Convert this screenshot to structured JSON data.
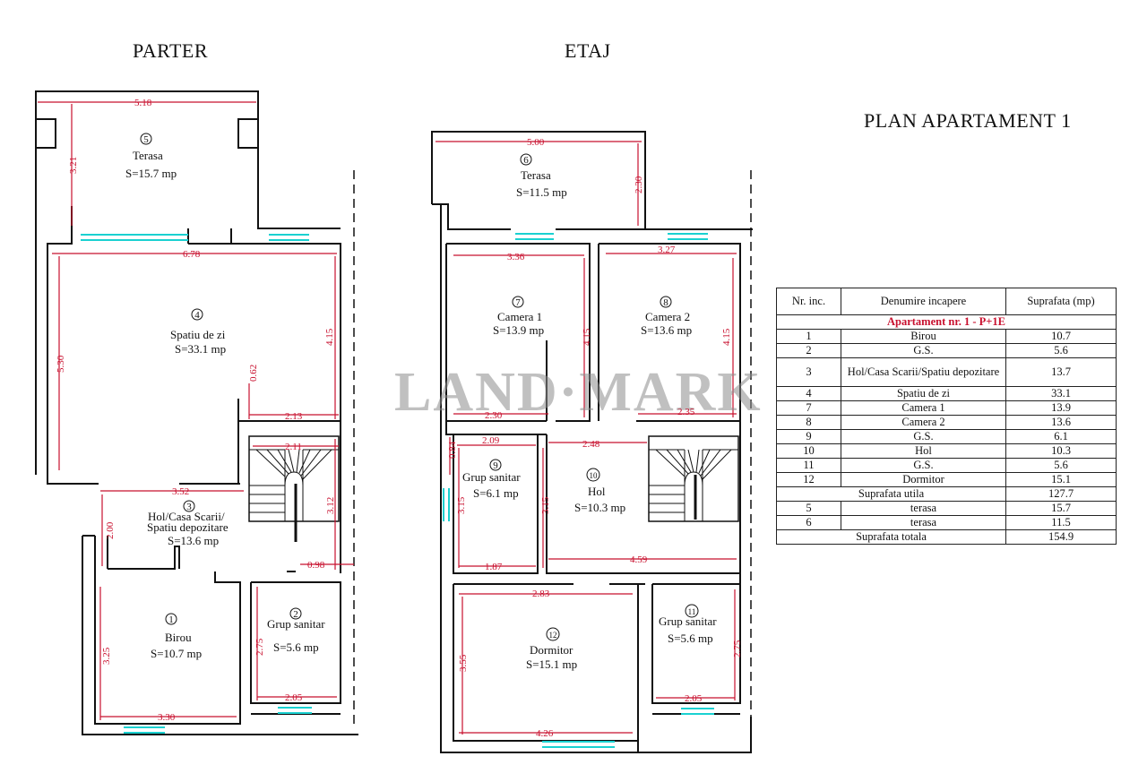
{
  "headings": {
    "parter": "PARTER",
    "etaj": "ETAJ",
    "plan_title": "PLAN APARTAMENT 1"
  },
  "watermark": "LAND·MARK",
  "colors": {
    "walls": "#111111",
    "dimensions": "#c8102e",
    "windows": "#1ad1d1",
    "watermark": "#8e8e8e"
  },
  "rooms": {
    "terasa_p": {
      "num": "5",
      "name": "Terasa",
      "area": "S=15.7 mp"
    },
    "spatiu": {
      "num": "4",
      "name": "Spatiu de zi",
      "area": "S=33.1 mp"
    },
    "hol_p": {
      "num": "3",
      "name1": "Hol/Casa Scarii/",
      "name2": "Spatiu depozitare",
      "area": "S=13.6 mp"
    },
    "birou": {
      "num": "1",
      "name": "Birou",
      "area": "S=10.7 mp"
    },
    "gs_p": {
      "num": "2",
      "name": "Grup sanitar",
      "area": "S=5.6 mp"
    },
    "terasa_e": {
      "num": "6",
      "name": "Terasa",
      "area": "S=11.5 mp"
    },
    "camera1": {
      "num": "7",
      "name": "Camera 1",
      "area": "S=13.9 mp"
    },
    "camera2": {
      "num": "8",
      "name": "Camera 2",
      "area": "S=13.6 mp"
    },
    "gs9": {
      "num": "9",
      "name": "Grup sanitar",
      "area": "S=6.1 mp"
    },
    "hol_e": {
      "num": "10",
      "name": "Hol",
      "area": "S=10.3 mp"
    },
    "dormitor": {
      "num": "12",
      "name": "Dormitor",
      "area": "S=15.1 mp"
    },
    "gs11": {
      "num": "11",
      "name": "Grup sanitar",
      "area": "S=5.6 mp"
    }
  },
  "dims": {
    "p_518": "5.18",
    "p_321": "3.21",
    "p_678": "6.78",
    "p_530": "5.30",
    "p_415": "4.15",
    "p_062": "0.62",
    "p_213": "2.13",
    "p_211": "2.11",
    "p_352": "3.52",
    "p_200": "2.00",
    "p_312": "3.12",
    "p_098": "0.98",
    "p_325": "3.25",
    "p_330": "3.30",
    "p_275": "2.75",
    "p_205": "2.05",
    "e_500": "5.00",
    "e_230": "2.30",
    "e_336": "3.36",
    "e_327": "3.27",
    "e_415a": "4.15",
    "e_415b": "4.15",
    "e_230b": "2.30",
    "e_235": "2.35",
    "e_209": "2.09",
    "e_084": "0.84",
    "e_248": "2.48",
    "e_315a": "3.15",
    "e_315b": "3.15",
    "e_187": "1.87",
    "e_459": "4.59",
    "e_283": "2.83",
    "e_355": "3.55",
    "e_426": "4.26",
    "e_275": "2.75",
    "e_205": "2.05"
  },
  "table": {
    "headers": [
      "Nr. inc.",
      "Denumire incapere",
      "Suprafata (mp)"
    ],
    "subtitle": "Apartament nr. 1 - P+1E",
    "rows": [
      [
        "1",
        "Birou",
        "10.7"
      ],
      [
        "2",
        "G.S.",
        "5.6"
      ],
      [
        "3",
        "Hol/Casa Scarii/Spatiu depozitare",
        "13.7"
      ],
      [
        "4",
        "Spatiu de zi",
        "33.1"
      ],
      [
        "7",
        "Camera 1",
        "13.9"
      ],
      [
        "8",
        "Camera 2",
        "13.6"
      ],
      [
        "9",
        "G.S.",
        "6.1"
      ],
      [
        "10",
        "Hol",
        "10.3"
      ],
      [
        "11",
        "G.S.",
        "5.6"
      ],
      [
        "12",
        "Dormitor",
        "15.1"
      ]
    ],
    "utila_label": "Suprafata utila",
    "utila_value": "127.7",
    "terase": [
      [
        "5",
        "terasa",
        "15.7"
      ],
      [
        "6",
        "terasa",
        "11.5"
      ]
    ],
    "totala_label": "Suprafata totala",
    "totala_value": "154.9"
  }
}
